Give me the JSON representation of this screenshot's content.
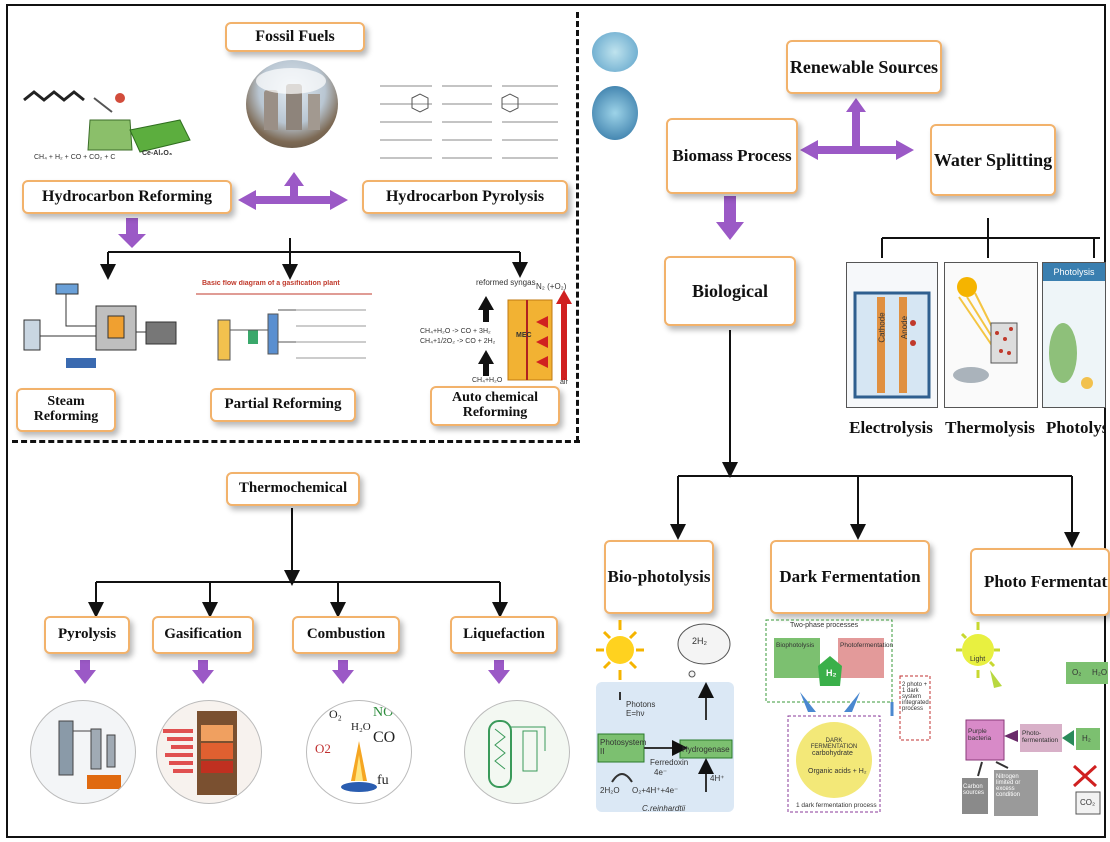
{
  "colors": {
    "accent_orange": "#f2b26b",
    "arrow_purple": "#9b59c6",
    "frame": "#111111"
  },
  "fossil": {
    "title": "Fossil Fuels",
    "hydrocarbon_reforming": "Hydrocarbon Reforming",
    "hydrocarbon_pyrolysis": "Hydrocarbon Pyrolysis",
    "steam_reforming": "Steam Reforming",
    "partial_reforming": "Partial Reforming",
    "auto_chemical_reforming": "Auto chemical Reforming",
    "reforming_eq": "CH₄ + H₂ + CO + CO₂ + C",
    "catalyst": "Ce-Al₂O₃",
    "gasification_diagram_title": "Basic flow diagram of a gasification plant",
    "mec_label": "MEC",
    "reformed_syngas": "reformed syngas",
    "n2_label": "N₂ (+O₂)",
    "mec_eq1": "CH₄+H₂O -> CO + 3H₂",
    "mec_eq2": "CH₄+1/2O₂ -> CO + 2H₂",
    "ch4_h2o": "CH₄+H₂O",
    "air": "air"
  },
  "renewable": {
    "title": "Renewable Sources",
    "biomass_process": "Biomass Process",
    "water_splitting": "Water Splitting",
    "biological": "Biological",
    "electrolysis": "Electrolysis",
    "thermolysis": "Thermolysis",
    "photolysis": "Photolysis",
    "photolysis_panel_title": "Photolysis",
    "cathode": "Cathode",
    "anode": "Anode"
  },
  "thermo": {
    "title": "Thermochemical",
    "pyrolysis": "Pyrolysis",
    "gasification": "Gasification",
    "combustion": "Combustion",
    "liquefaction": "Liquefaction",
    "comb_o2": "O₂",
    "comb_h2o": "H₂O",
    "comb_co": "CO",
    "comb_no": "NO",
    "comb_fu": "fu",
    "comb_o2b": "O2"
  },
  "bio": {
    "biophotolysis": "Bio-photolysis",
    "dark_fermentation": "Dark Fermentation",
    "photo_fermentation": "Photo Fermentation",
    "h2": "2H₂",
    "photons": "Photons E=hν",
    "photosystem": "Photosystem II",
    "hydrogenase": "Hydrogenase",
    "ferredoxin": "Ferredoxin",
    "four_e": "4e⁻",
    "four_h": "4H⁺",
    "water_eq": "2H₂O",
    "o2_eq": "O₂+4H⁺+4e⁻",
    "organism": "C.reinhardtii",
    "df_title": "Two-phase processes",
    "df_biophotolysis": "Biophotolysis",
    "df_photofermentation": "Photofermentation",
    "df_carbohydrate": "carbohydrate",
    "df_organic": "Organic acids + H₂",
    "df_dark": "DARK FERMENTATION",
    "df_process": "1 dark fermentation process",
    "df_integrated": "2 photo + 1 dark system integrated process",
    "df_h2": "H₂",
    "pf_light": "Light",
    "pf_purple": "Purple bacteria",
    "pf_photo": "Photo-fermentation",
    "pf_carbon": "Carbon sources",
    "pf_nitrogen": "Nitrogen limited or excess condition",
    "pf_o2": "O₂",
    "pf_h2o": "H₂O",
    "pf_h2": "H₂",
    "pf_co2": "CO₂"
  }
}
